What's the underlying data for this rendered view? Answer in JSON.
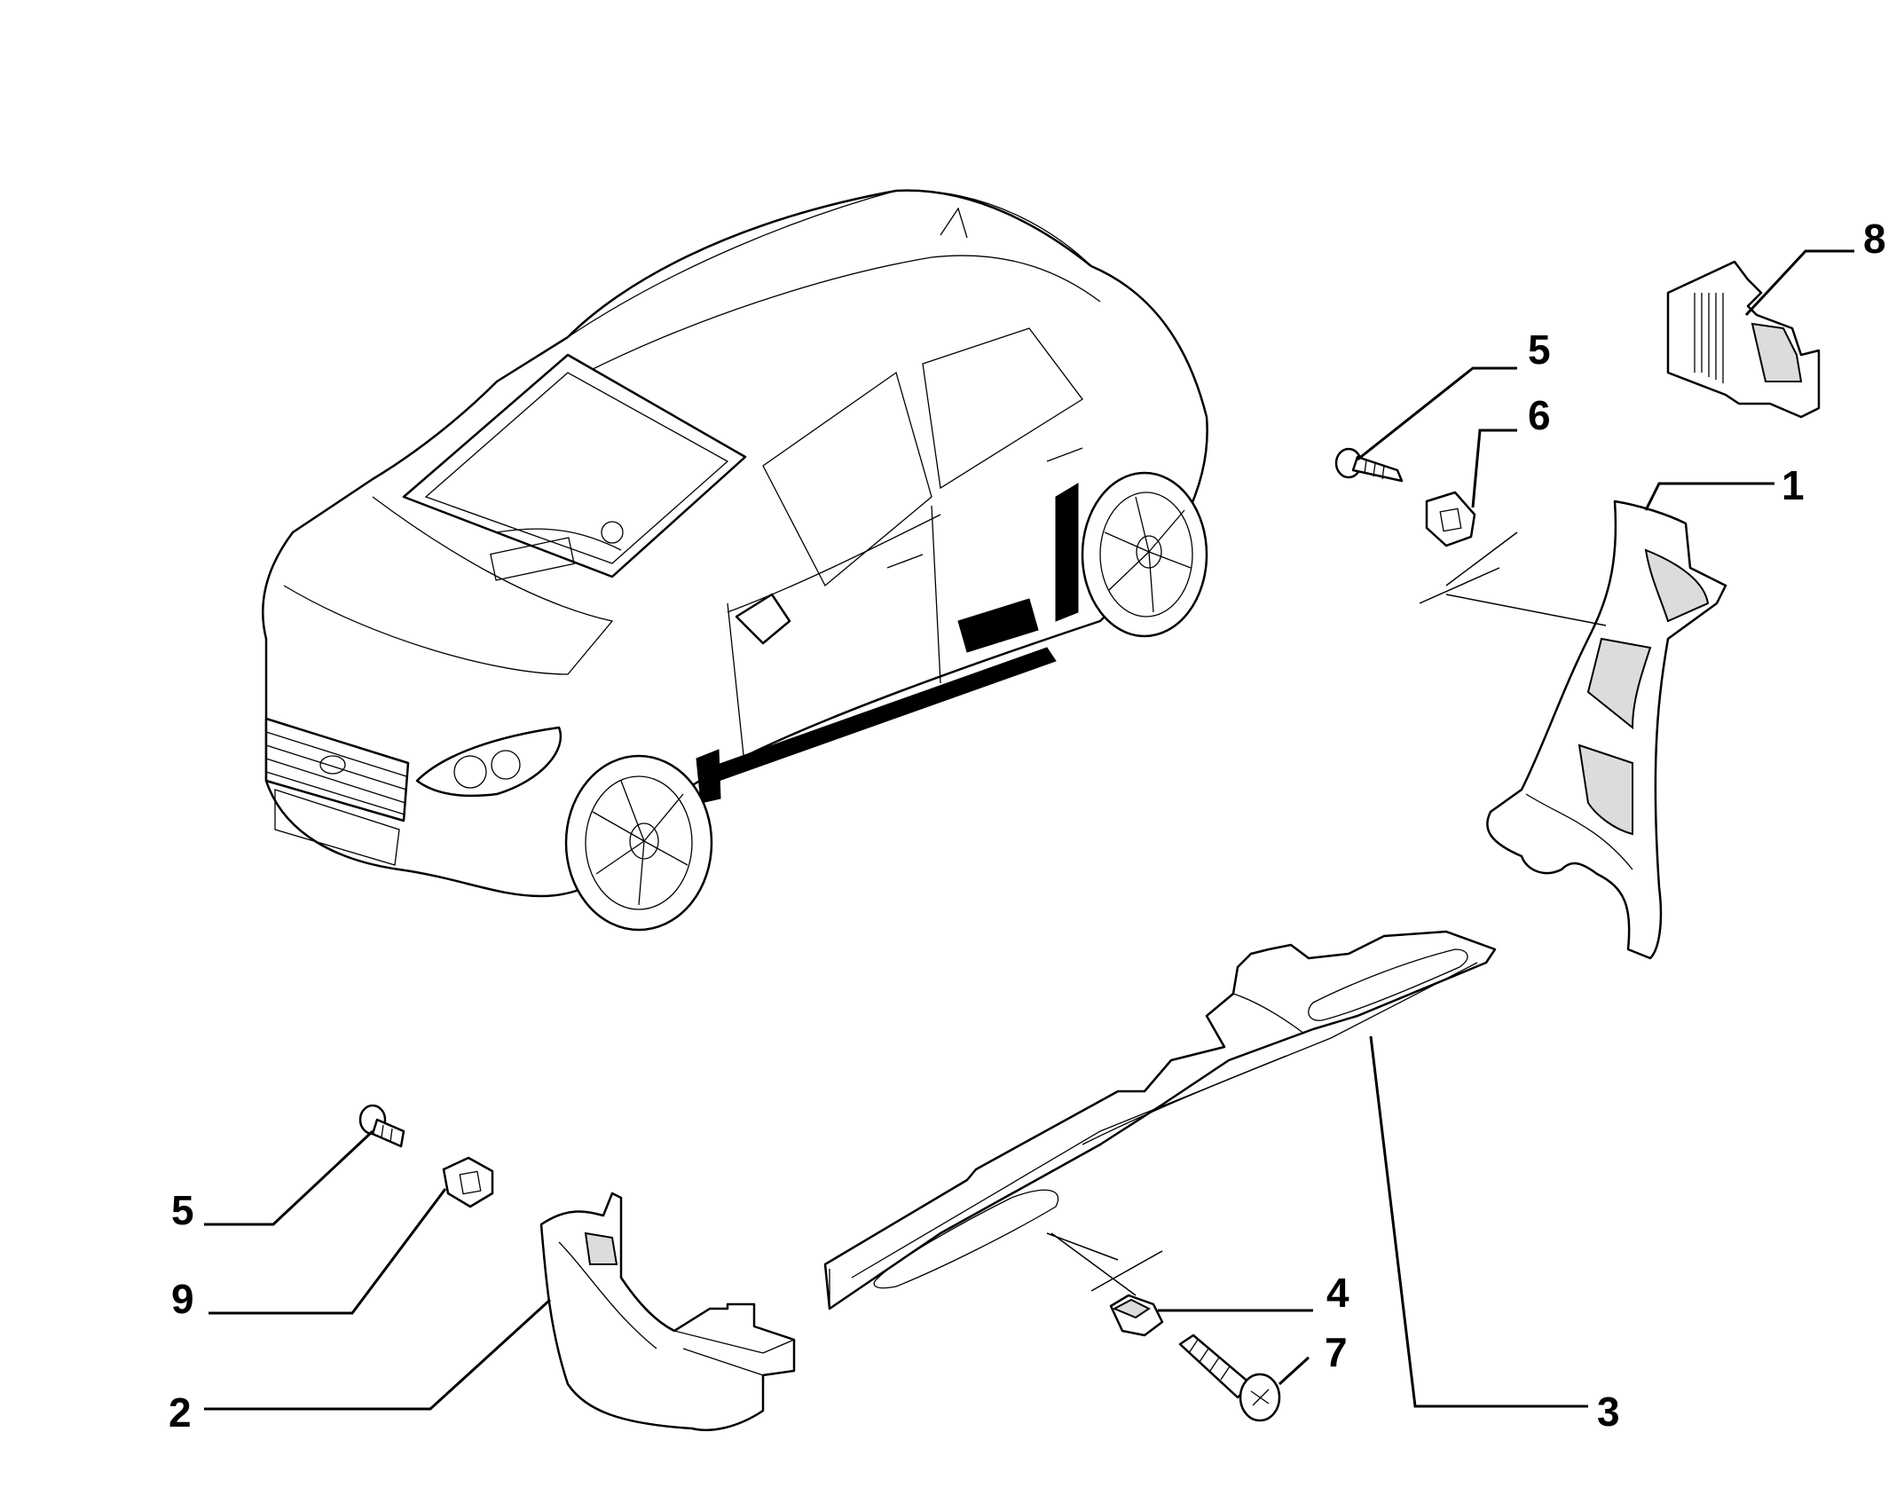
{
  "callouts": [
    {
      "id": "c1",
      "label": "1"
    },
    {
      "id": "c2",
      "label": "2"
    },
    {
      "id": "c3",
      "label": "3"
    },
    {
      "id": "c4",
      "label": "4"
    },
    {
      "id": "c5a",
      "label": "5"
    },
    {
      "id": "c5b",
      "label": "5"
    },
    {
      "id": "c6",
      "label": "6"
    },
    {
      "id": "c7",
      "label": "7"
    },
    {
      "id": "c8",
      "label": "8"
    },
    {
      "id": "c9",
      "label": "9"
    }
  ],
  "colors": {
    "line": "#000000",
    "background": "#ffffff",
    "part_shade": "#dcdcdc"
  }
}
